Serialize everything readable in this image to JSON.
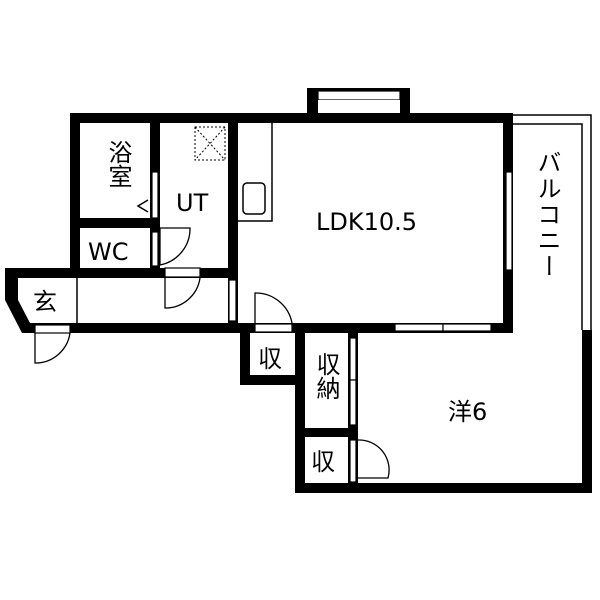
{
  "floor_plan": {
    "rooms": {
      "bath": "浴室",
      "bath_line2": "",
      "utility": "UT",
      "toilet": "WC",
      "entrance": "玄",
      "ldk": "LDK10.5",
      "balcony": "バルコニー",
      "storage_small": "収",
      "closet": "収納",
      "western_room": "洋6",
      "storage_lower": "収"
    },
    "colors": {
      "wall": "#000000",
      "background": "#ffffff"
    }
  }
}
